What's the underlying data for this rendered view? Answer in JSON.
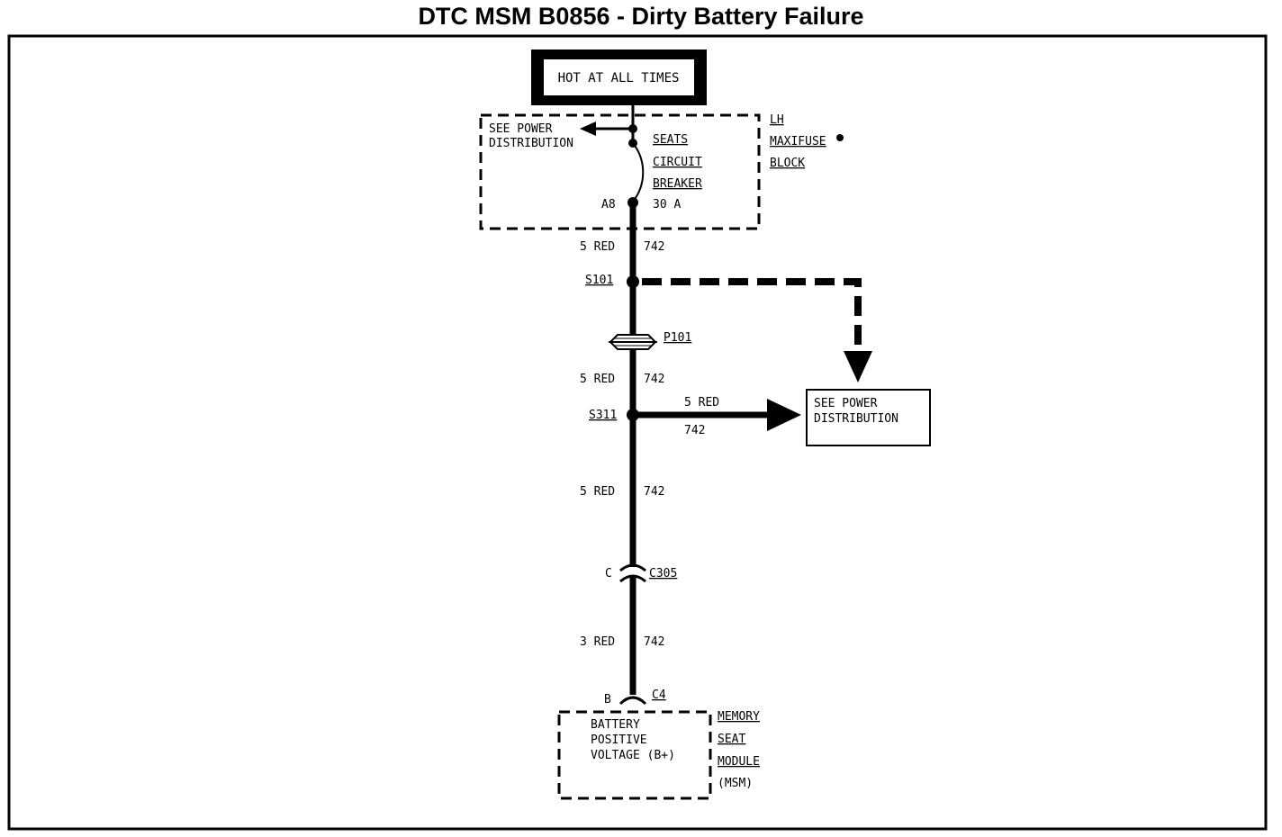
{
  "title": "DTC MSM B0856 - Dirty Battery Failure",
  "hot_label": "HOT AT ALL TIMES",
  "fuse_block": {
    "see_power_line1": "SEE POWER",
    "see_power_line2": "DISTRIBUTION",
    "name_line1": "LH",
    "name_line2": "MAXIFUSE",
    "name_line3": "BLOCK",
    "breaker_line1": "SEATS",
    "breaker_line2": "CIRCUIT",
    "breaker_line3": "BREAKER",
    "rating": "30 A",
    "terminal": "A8"
  },
  "wires": {
    "w1_color": "5 RED",
    "w1_circuit": "742",
    "w2_color": "5 RED",
    "w2_circuit": "742",
    "branch_color": "5 RED",
    "branch_circuit": "742",
    "w3_color": "5 RED",
    "w3_circuit": "742",
    "w4_color": "3 RED",
    "w4_circuit": "742"
  },
  "splices": {
    "s101": "S101",
    "s311": "S311"
  },
  "pass_through": {
    "p101": "P101"
  },
  "connectors": {
    "c305_pin": "C",
    "c305": "C305",
    "c4_pin": "B",
    "c4": "C4"
  },
  "power_dist_box": {
    "line1": "SEE POWER",
    "line2": "DISTRIBUTION"
  },
  "module": {
    "pin_line1": "BATTERY",
    "pin_line2": "POSITIVE",
    "pin_line3": "VOLTAGE (B+)",
    "name_line1": "MEMORY",
    "name_line2": "SEAT",
    "name_line3": "MODULE",
    "name_line4": "(MSM)"
  }
}
